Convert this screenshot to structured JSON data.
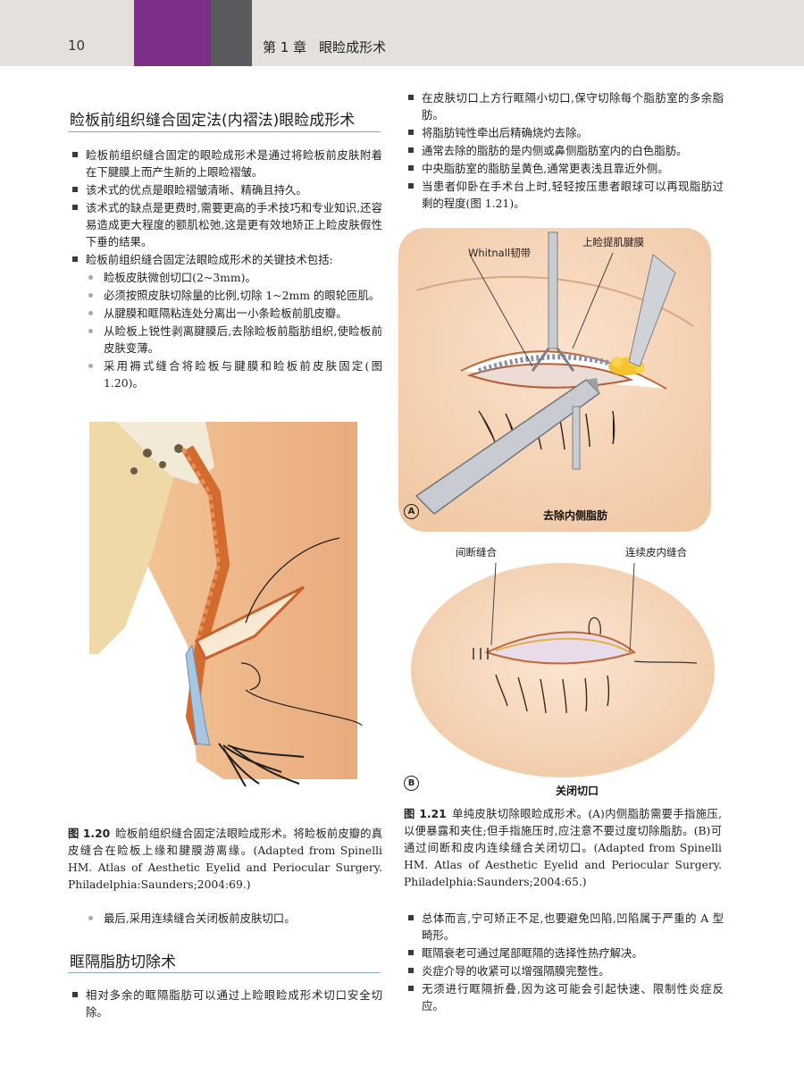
{
  "header": {
    "page_number": "10",
    "chapter": "第 1 章",
    "chapter_title": "眼睑成形术",
    "colors": {
      "band": "#e4e1dc",
      "purple": "#7b2f86",
      "gray": "#5b5a5e"
    }
  },
  "left": {
    "heading1": "睑板前组织缝合固定法(内褶法)眼睑成形术",
    "bullets1": [
      "睑板前组织缝合固定的眼睑成形术是通过将睑板前皮肤附着在下腱膜上而产生新的上眼睑褶皱。",
      "该术式的优点是眼睑褶皱清晰、精确且持久。",
      "该术式的缺点是更费时,需要更高的手术技巧和专业知识,还容易造成更大程度的额肌松弛,这是更有效地矫正上睑皮肤假性下垂的结果。",
      "睑板前组织缝合固定法眼睑成形术的关键技术包括:"
    ],
    "subs1": [
      "睑板皮肤微创切口(2~3mm)。",
      "必须按照皮肤切除量的比例,切除 1~2mm 的眼轮匝肌。",
      "从腱膜和眶隔粘连处分离出一小条睑板前肌皮瓣。",
      "从睑板上锐性剥离腱膜后,去除睑板前脂肪组织,使睑板前皮肤变薄。",
      "采用褥式缝合将睑板与腱膜和睑板前皮肤固定(图 1.20)。"
    ],
    "fig_label": "图 1.20",
    "fig_caption": "睑板前组织缝合固定法眼睑成形术。将睑板前皮瓣的真皮缝合在睑板上缘和腱膜游离缘。(Adapted from Spinelli HM. Atlas of Aesthetic Eyelid and Periocular Surgery. Philadelphia:Saunders;2004:69.)",
    "sub_last": "最后,采用连续缝合关闭板前皮肤切口。",
    "heading2": "眶隔脂肪切除术",
    "bullets2": [
      "相对多余的眶隔脂肪可以通过上睑眼睑成形术切口安全切除。"
    ]
  },
  "right": {
    "bullets_top": [
      "在皮肤切口上方行眶隔小切口,保守切除每个脂肪室的多余脂肪。",
      "将脂肪钝性牵出后精确烧灼去除。",
      "通常去除的脂肪的是内侧或鼻侧脂肪室内的白色脂肪。",
      "中央脂肪室的脂肪呈黄色,通常更表浅且靠近外侧。",
      "当患者仰卧在手术台上时,轻轻按压患者眼球可以再现脂肪过剩的程度(图 1.21)。"
    ],
    "figA": {
      "label1": "Whitnall韧带",
      "label2": "上睑提肌腱膜",
      "letter": "A",
      "title": "去除内侧脂肪"
    },
    "figB": {
      "label1": "间断缝合",
      "label2": "连续皮内缝合",
      "letter": "B",
      "title": "关闭切口"
    },
    "fig_label": "图 1.21",
    "fig_caption": "单纯皮肤切除眼睑成形术。(A)内侧脂肪需要手指施压,以便暴露和夹住;但手指施压时,应注意不要过度切除脂肪。(B)可通过间断和皮内连续缝合关闭切口。(Adapted from Spinelli HM. Atlas of Aesthetic Eyelid and Periocular Surgery. Philadelphia:Saunders;2004:65.)",
    "bullets_bottom": [
      "总体而言,宁可矫正不足,也要避免凹陷,凹陷属于严重的 A 型畸形。",
      "眶隔衰老可通过尾部眶隔的选择性热疗解决。",
      "炎症介导的收紧可以增强隔膜完整性。",
      "无须进行眶隔折叠,因为这可能会引起快速、限制性炎症反应。"
    ]
  }
}
